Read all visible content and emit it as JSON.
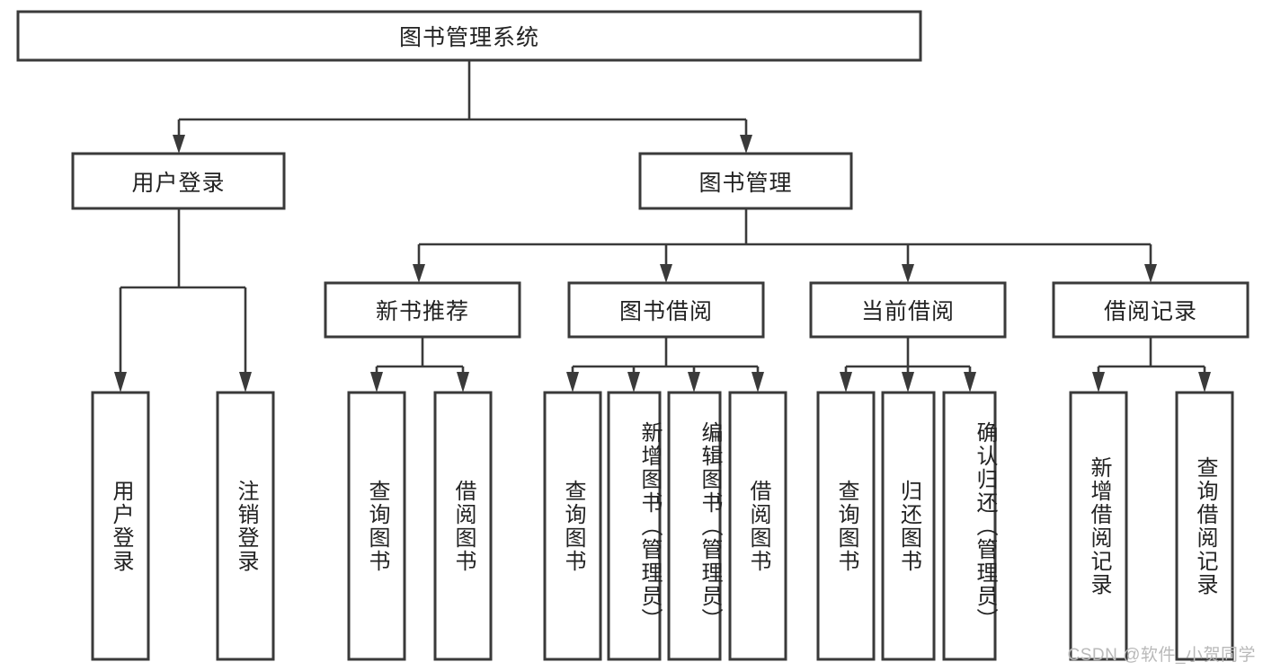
{
  "diagram": {
    "title": "图书管理系统",
    "type": "tree-hierarchy",
    "orientation": "top-down",
    "colors": {
      "box_stroke": "#3a3a3a",
      "box_fill": "#ffffff",
      "connector": "#3a3a3a",
      "text": "#222222",
      "watermark": "#b9b9b9",
      "background": "#ffffff"
    },
    "root": {
      "label": "图书管理系统"
    },
    "level2": [
      {
        "label": "用户登录"
      },
      {
        "label": "图书管理"
      }
    ],
    "level3": [
      {
        "label": "新书推荐"
      },
      {
        "label": "图书借阅"
      },
      {
        "label": "当前借阅"
      },
      {
        "label": "借阅记录"
      }
    ],
    "leaves": {
      "user_login": [
        {
          "label": "用户登录"
        },
        {
          "label": "注销登录"
        }
      ],
      "new_book_recommend": [
        {
          "label": "查询图书"
        },
        {
          "label": "借阅图书"
        }
      ],
      "book_borrow": [
        {
          "label": "查询图书"
        },
        {
          "label": "新增图书（管理员）"
        },
        {
          "label": "编辑图书（管理员）"
        },
        {
          "label": "借阅图书"
        }
      ],
      "current_borrow": [
        {
          "label": "查询图书"
        },
        {
          "label": "归还图书"
        },
        {
          "label": "确认归还（管理员）"
        }
      ],
      "borrow_record": [
        {
          "label": "新增借阅记录"
        },
        {
          "label": "查询借阅记录"
        }
      ]
    }
  },
  "watermark": {
    "text": "CSDN @软件_小贺同学"
  }
}
